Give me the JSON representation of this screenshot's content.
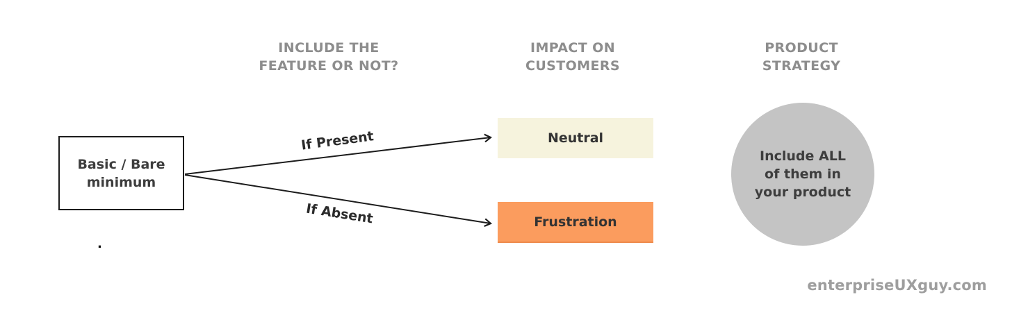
{
  "headers": {
    "decision": {
      "line1": "INCLUDE THE",
      "line2": "FEATURE OR NOT?"
    },
    "impact": {
      "line1": "IMPACT ON",
      "line2": "CUSTOMERS"
    },
    "strategy": {
      "line1": "PRODUCT",
      "line2": "STRATEGY"
    }
  },
  "diagram": {
    "source_box": {
      "line1": "Basic / Bare",
      "line2": "minimum"
    },
    "branches": [
      {
        "condition": "If Present",
        "outcome": "Neutral",
        "outcome_color": "#f6f3dd"
      },
      {
        "condition": "If Absent",
        "outcome": "Frustration",
        "outcome_color": "#fb9c5e"
      }
    ],
    "strategy_circle": {
      "line1": "Include ALL",
      "line2": "of them in",
      "line3": "your product",
      "fill_color": "#c4c4c4"
    },
    "stray_dot": "."
  },
  "footer": {
    "watermark": "enterpriseUXguy.com"
  },
  "colors": {
    "header_text": "#8d8d8d",
    "arrow_stroke": "#1c1c1c",
    "neutral_bg": "#f6f3dd",
    "frustration_bg": "#fb9c5e",
    "circle_bg": "#c4c4c4",
    "watermark_text": "#9e9e9e"
  }
}
